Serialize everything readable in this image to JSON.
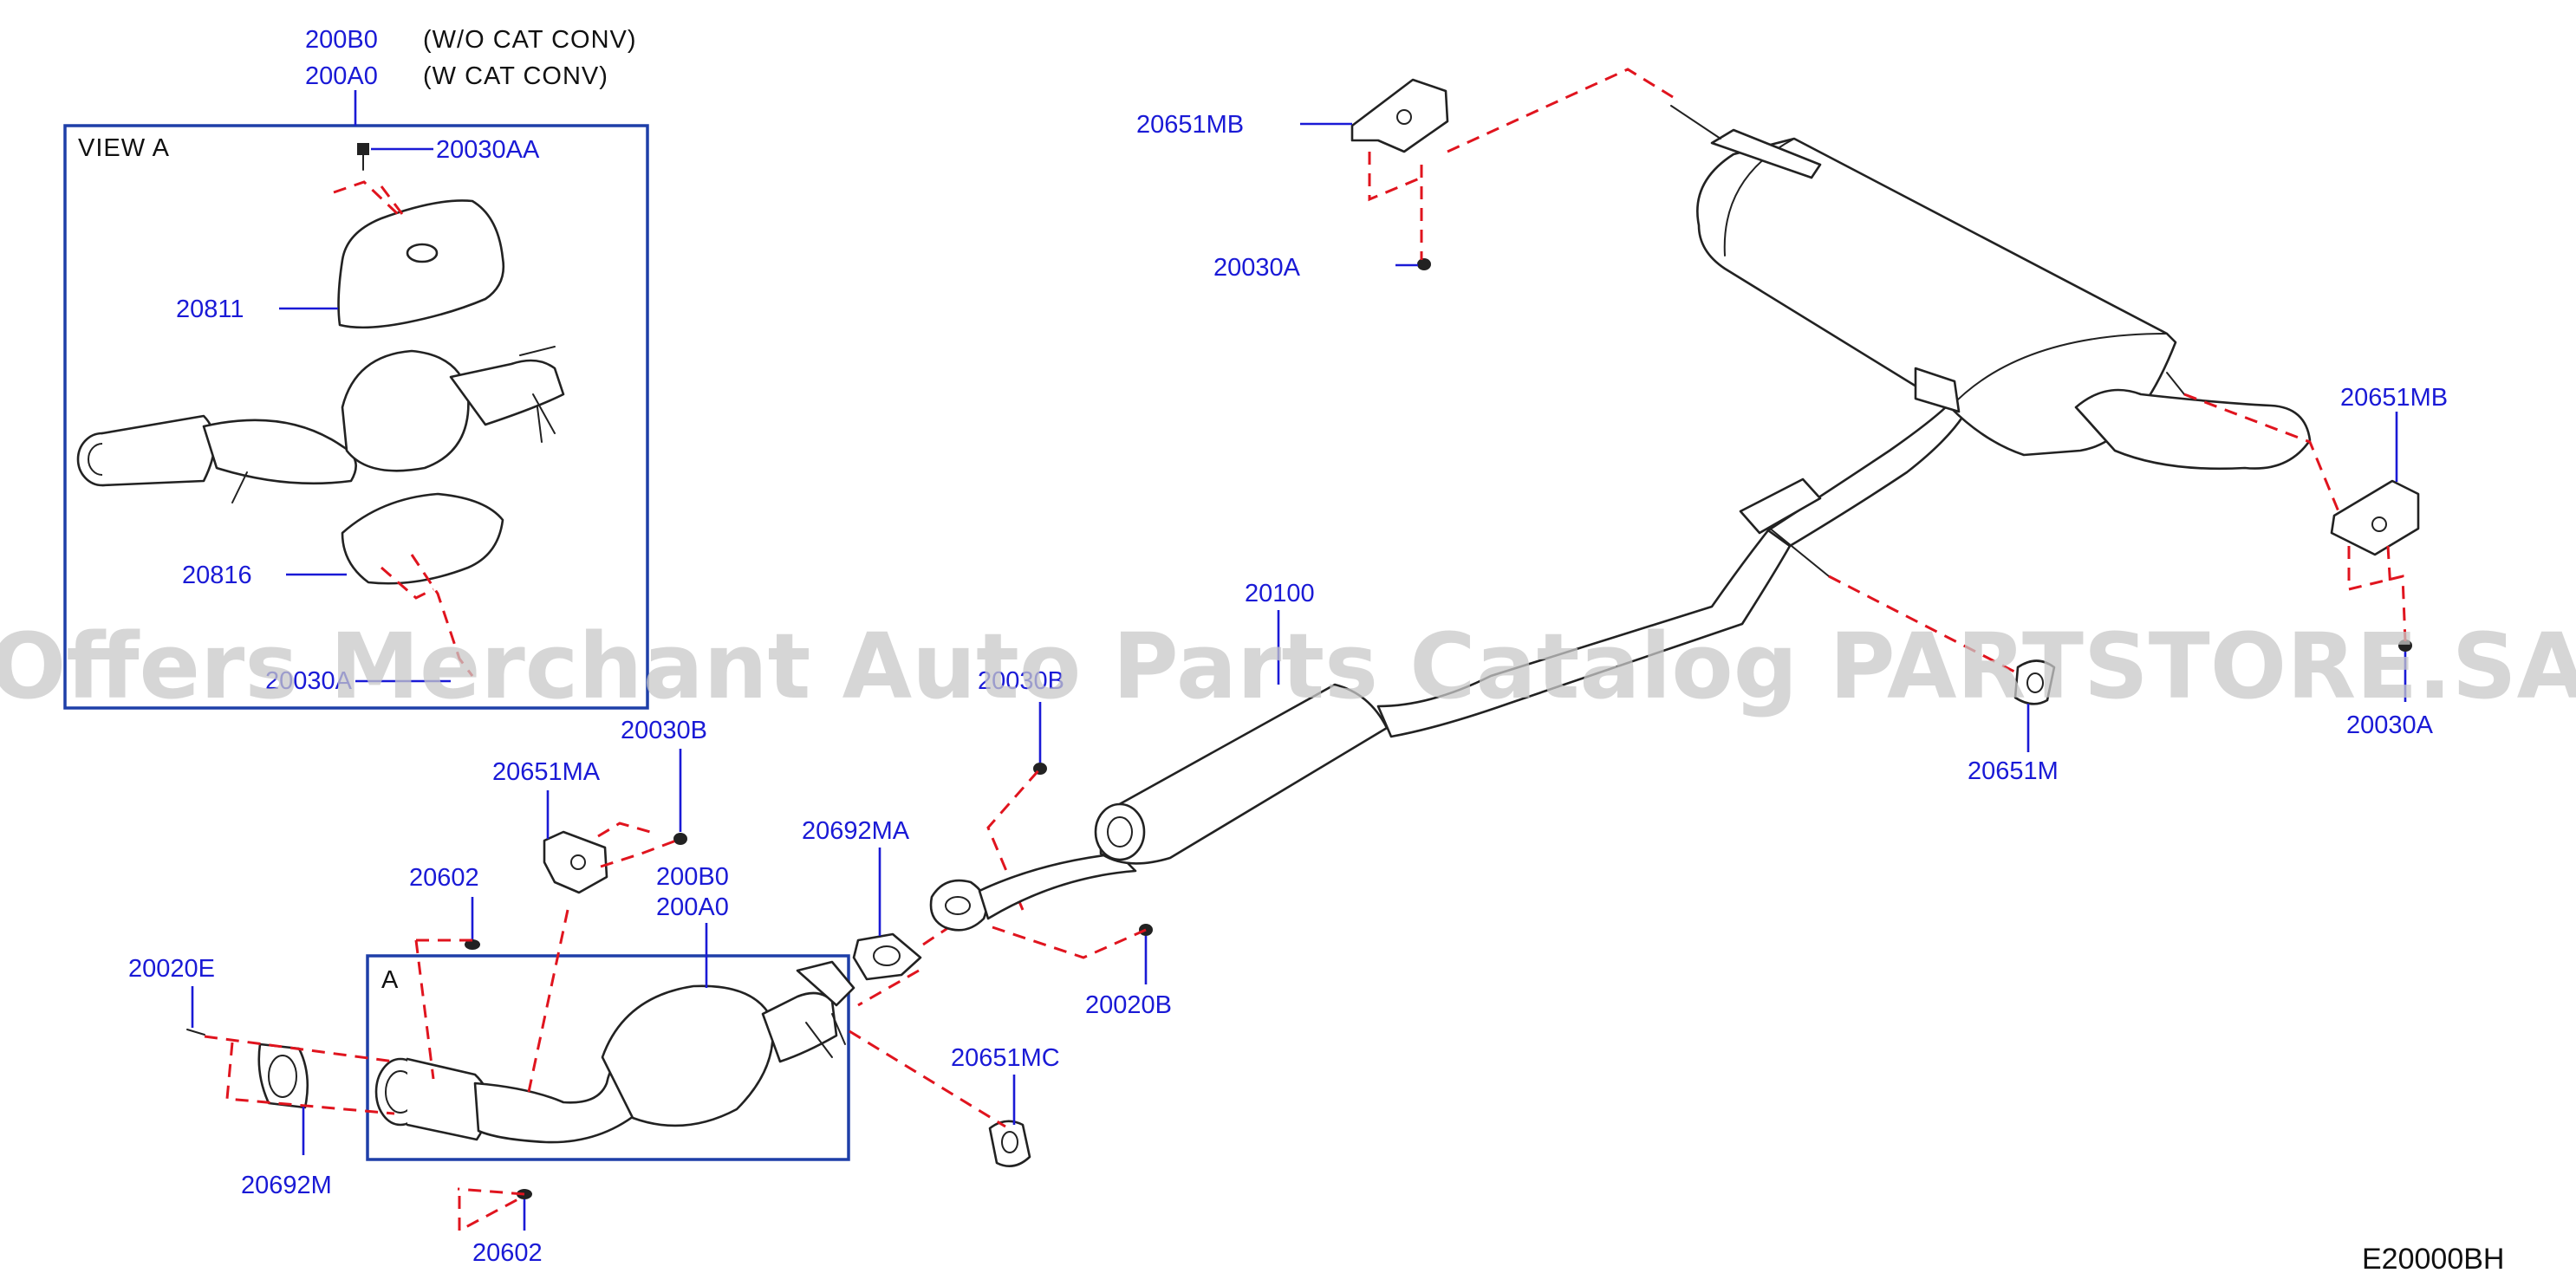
{
  "view_a_box": {
    "title": "VIEW A",
    "part_200B0": "200B0",
    "part_200A0": "200A0",
    "note_wo_cat": "(W/O CAT CONV)",
    "note_w_cat": "(W CAT CONV)",
    "part_20030AA": "20030AA",
    "part_20811": "20811",
    "part_20816": "20816",
    "part_20030A_inner": "20030A"
  },
  "front_section": {
    "box_letter": "A",
    "part_20030B": "20030B",
    "part_20651MA": "20651MA",
    "part_20602_top": "20602",
    "part_20602_bottom": "20602",
    "part_200B0": "200B0",
    "part_200A0": "200A0",
    "part_20020E": "20020E",
    "part_20692M": "20692M",
    "part_20692MA": "20692MA",
    "part_20651MC": "20651MC",
    "part_20020B": "20020B",
    "part_20030B_center": "20030B"
  },
  "center_pipe": {
    "part_20100": "20100",
    "part_20651M": "20651M"
  },
  "rear_muffler": {
    "part_20651MB_top": "20651MB",
    "part_20030A_top": "20030A",
    "part_20651MB_right": "20651MB",
    "part_20030A_right": "20030A"
  },
  "footer": {
    "diagram_code": "E20000BH"
  },
  "watermark": "Offers Merchant Auto Parts Catalog PARTSTORE.SA",
  "colors": {
    "label": "#1a1ad6",
    "leader": "#1a1ad6",
    "dashed": "#e0141e",
    "frame": "#1e3fa8",
    "line": "#222222"
  }
}
